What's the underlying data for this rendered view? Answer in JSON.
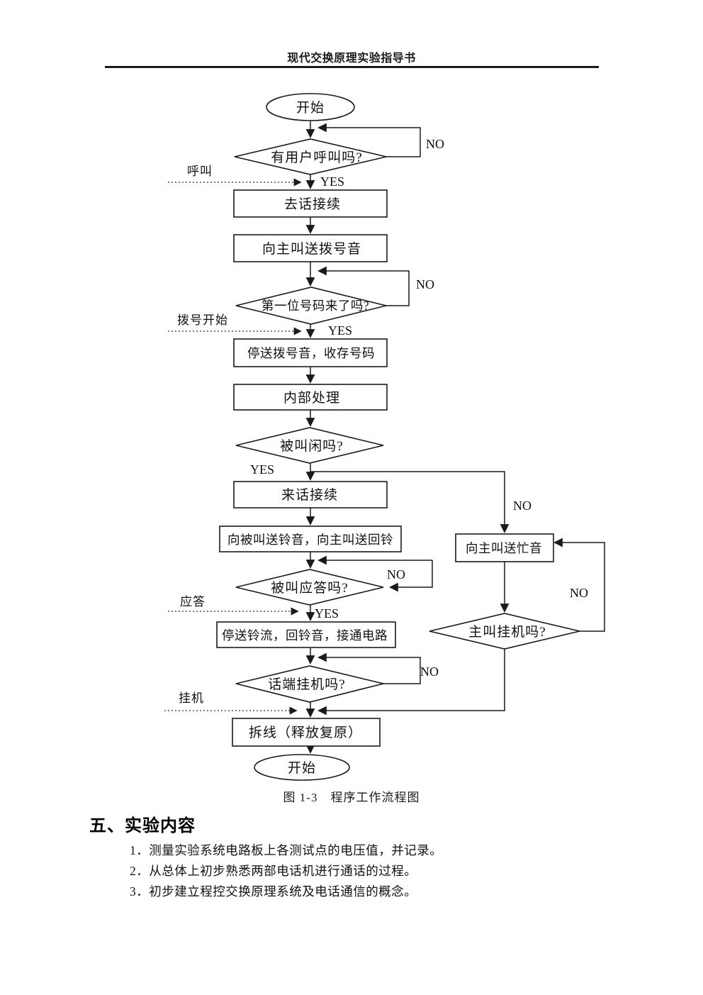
{
  "header": {
    "title": "现代交换原理实验指导书"
  },
  "flowchart": {
    "start_label": "开始",
    "end_label": "开始",
    "decisions": {
      "user_calling": "有用户呼叫吗?",
      "first_digit": "第一位号码来了吗?",
      "callee_idle": "被叫闲吗?",
      "callee_answer": "被叫应答吗?",
      "phone_onhook": "话端挂机吗?",
      "caller_onhook": "主叫挂机吗?"
    },
    "processes": {
      "outgoing_connect": "去话接续",
      "send_dialtone": "向主叫送拨号音",
      "stop_dialtone": "停送拨号音，收存号码",
      "internal_process": "内部处理",
      "incoming_connect": "来话接续",
      "send_ring": "向被叫送铃音，向主叫送回铃",
      "stop_ring": "停送铃流，回铃音，接通电路",
      "send_busy": "向主叫送忙音",
      "release": "拆线（释放复原）"
    },
    "branch_labels": {
      "yes": "YES",
      "no": "NO"
    },
    "side_labels": {
      "call": "呼叫",
      "dial_start": "拨号开始",
      "answer": "应答",
      "hangup": "挂机"
    },
    "caption": "图 1-3　程序工作流程图"
  },
  "section": {
    "heading": "五、实验内容",
    "items": [
      "1．测量实验系统电路板上各测试点的电压值，并记录。",
      "2．从总体上初步熟悉两部电话机进行通话的过程。",
      "3．初步建立程控交换原理系统及电话通信的概念。"
    ]
  },
  "colors": {
    "ink": "#1a1a1a",
    "paper": "#ffffff"
  }
}
